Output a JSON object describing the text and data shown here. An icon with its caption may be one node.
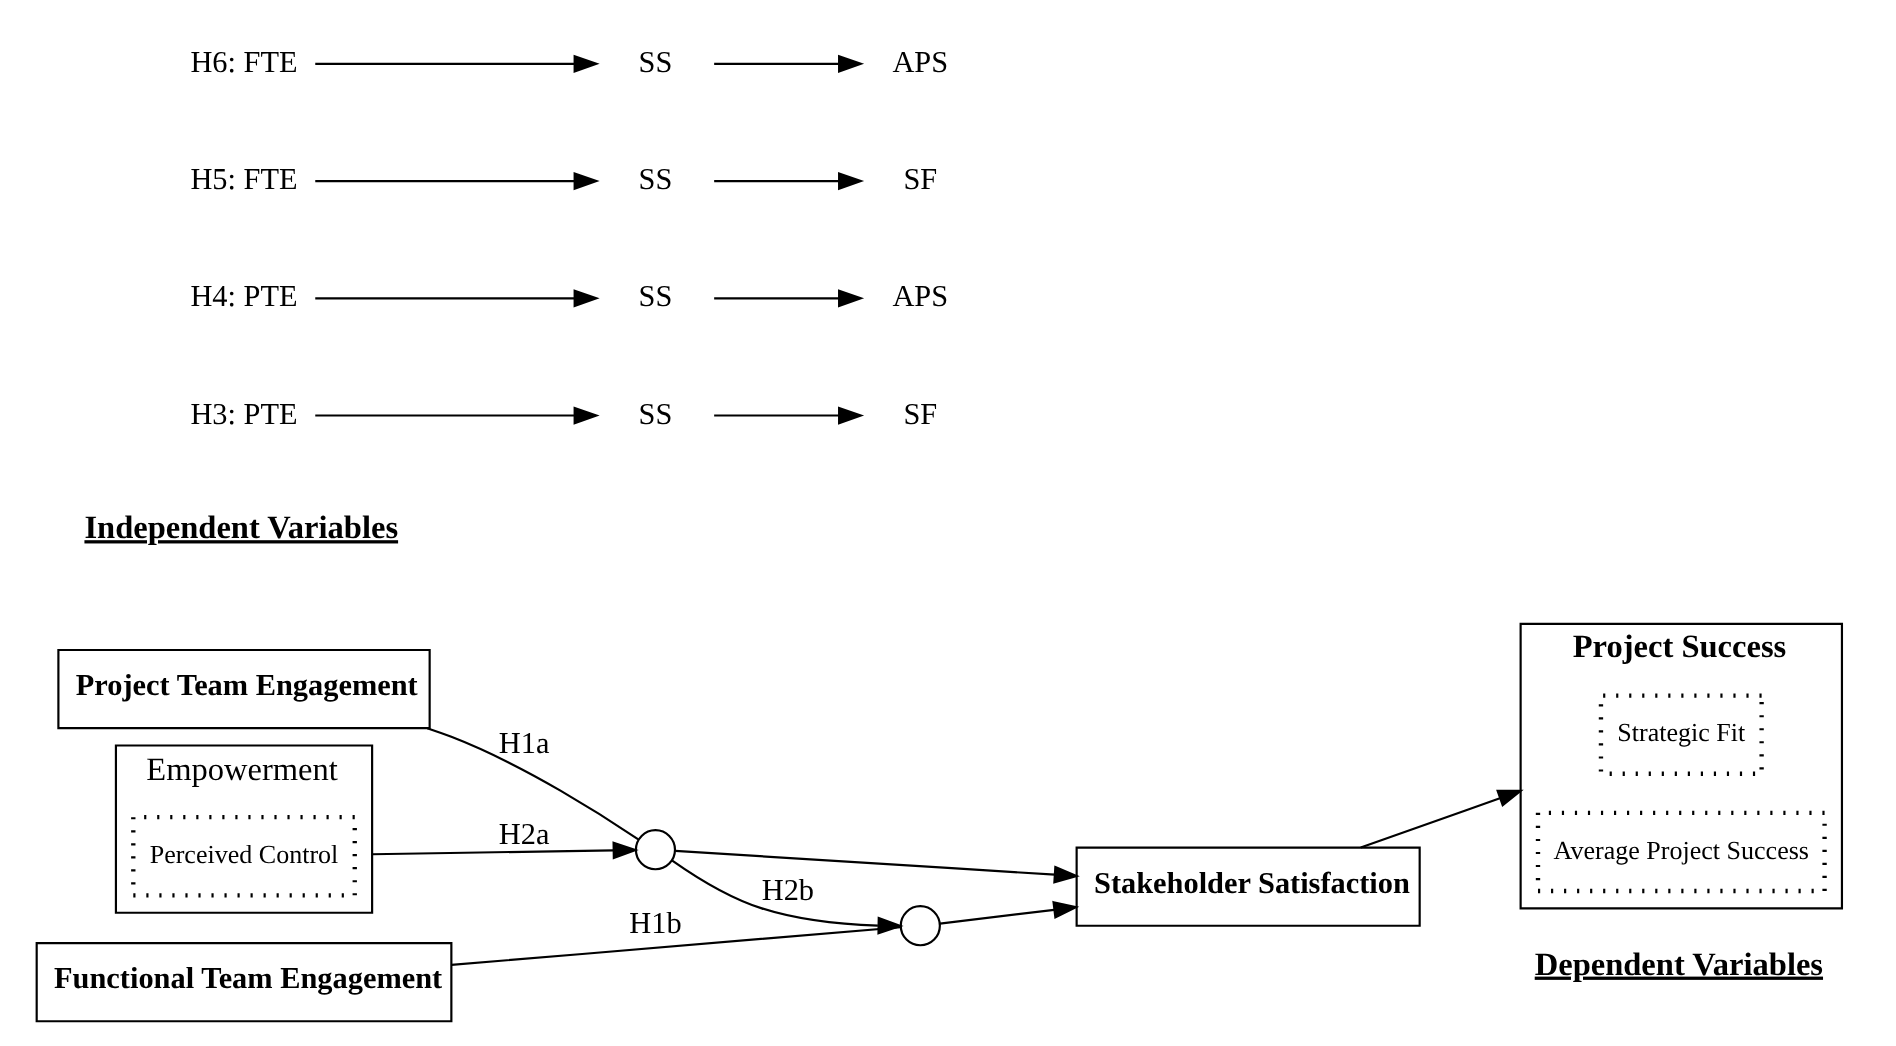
{
  "diagram": {
    "nodes": [
      {
        "text": [
          "Empowerment"
        ]
      },
      {
        "text": [
          "Perceived Control"
        ],
        "in": 0
      },
      {
        "text": [
          "Project Team Engagement"
        ]
      },
      {
        "text": [
          "Functional Team Engagement"
        ]
      },
      {
        "text": [],
        "shape": "circle"
      },
      {
        "text": [],
        "shape": "circle"
      },
      {
        "text": [
          "Stakeholder Satisfaction"
        ]
      },
      {
        "text": [
          "Project Success"
        ]
      },
      {
        "text": [
          "Strategic Fit"
        ],
        "in": 7
      },
      {
        "text": [
          "Average Project Success"
        ],
        "in": 7
      },
      {
        "text": [
          "H3: PTE"
        ]
      },
      {
        "text": [
          "SS"
        ]
      },
      {
        "text": [
          "SF"
        ]
      },
      {
        "text": [
          "H4: PTE"
        ]
      },
      {
        "text": [
          "SS"
        ]
      },
      {
        "text": [
          "APS"
        ]
      },
      {
        "text": [
          "H5: FTE"
        ]
      },
      {
        "text": [
          "SS"
        ]
      },
      {
        "text": [
          "SF"
        ]
      },
      {
        "text": [
          "H6: FTE"
        ]
      },
      {
        "text": [
          "SS"
        ]
      },
      {
        "text": [
          "APS"
        ]
      }
    ],
    "edges": [
      {
        "from": 0,
        "to": 4,
        "arrow": "to",
        "label": "H2a"
      },
      {
        "from": 2,
        "to": 4,
        "arrow": "none",
        "label": "H1a"
      },
      {
        "from": 4,
        "to": 6,
        "arrow": "to"
      },
      {
        "from": 4,
        "to": 5,
        "arrow": "to",
        "label": "H2b"
      },
      {
        "from": 3,
        "to": 5,
        "arrow": "none",
        "label": "H1b"
      },
      {
        "from": 5,
        "to": 6,
        "arrow": "to"
      },
      {
        "from": 6,
        "to": 7,
        "arrow": "to"
      },
      {
        "from": 10,
        "to": 11,
        "arrow": "to"
      },
      {
        "from": 11,
        "to": 12,
        "arrow": "to"
      },
      {
        "from": 13,
        "to": 14,
        "arrow": "to"
      },
      {
        "from": 14,
        "to": 15,
        "arrow": "to"
      },
      {
        "from": 16,
        "to": 17,
        "arrow": "to"
      },
      {
        "from": 17,
        "to": 18,
        "arrow": "to"
      },
      {
        "from": 19,
        "to": 20,
        "arrow": "to"
      },
      {
        "from": 20,
        "to": 21,
        "arrow": "to"
      }
    ],
    "labels": [
      "Independent Variables",
      "Dependent Variables"
    ]
  }
}
